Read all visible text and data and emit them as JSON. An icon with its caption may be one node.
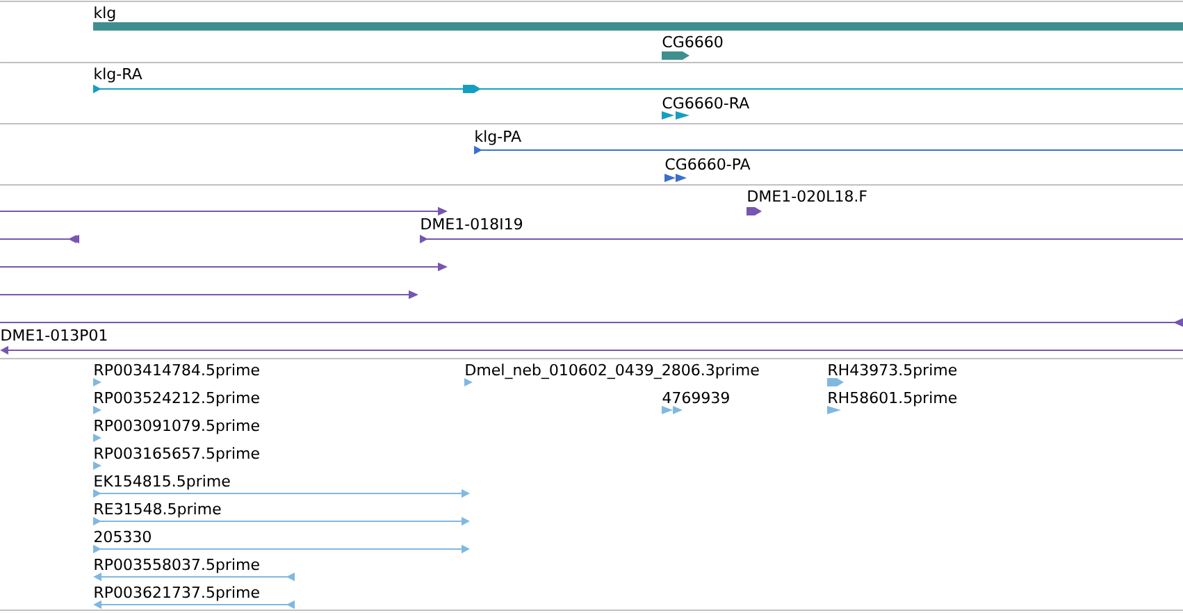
{
  "diagram": {
    "labels": [
      "klg",
      "CG6660",
      "klg-RA",
      "CG6660-RA",
      "klg-PA",
      "CG6660-PA",
      "DME1-020L18.F",
      "DME1-018I19",
      "DME1-013P01",
      "RP003414784.5prime",
      "Dmel_neb_010602_0439_2806.3prime",
      "RH43973.5prime",
      "RP003524212.5prime",
      "4769939",
      "RH58601.5prime",
      "RP003091079.5prime",
      "RP003165657.5prime",
      "EK154815.5prime",
      "RE31548.5prime",
      "205330",
      "RP003558037.5prime",
      "RP003621737.5prime"
    ]
  }
}
